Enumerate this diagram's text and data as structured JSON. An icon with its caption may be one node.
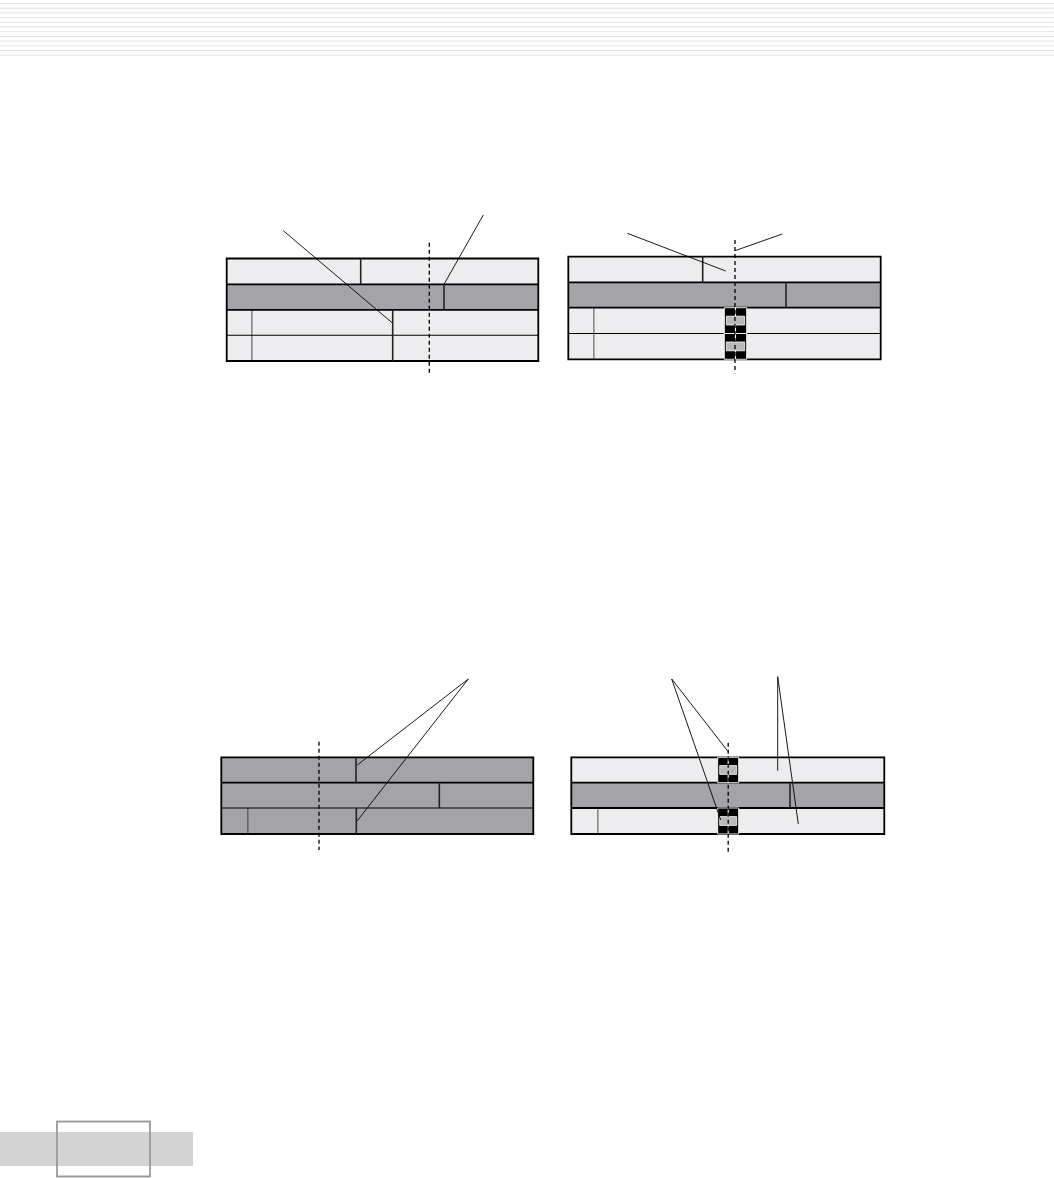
{
  "diagram": {
    "nodes": [
      {
        "text": [],
        "shape": "bar"
      },
      {
        "text": [],
        "shape": "line"
      },
      {
        "text": [],
        "shape": "bar"
      },
      {
        "text": [],
        "shape": "bar"
      },
      {
        "text": [],
        "shape": "line"
      },
      {
        "text": [],
        "shape": "bar"
      },
      {
        "text": [],
        "shape": "bar"
      },
      {
        "text": [],
        "shape": "bar"
      },
      {
        "text": [],
        "shape": "line"
      },
      {
        "text": [],
        "shape": "bar"
      },
      {
        "text": [],
        "shape": "bar"
      },
      {
        "text": [],
        "shape": "bar"
      },
      {
        "text": [],
        "shape": "line"
      },
      {
        "text": [],
        "shape": "bar"
      },
      {
        "text": [],
        "shape": "line"
      },
      {
        "text": [],
        "shape": "bar"
      },
      {
        "text": [],
        "shape": "line"
      },
      {
        "text": [],
        "shape": "bar"
      },
      {
        "text": [],
        "shape": "bar"
      },
      {
        "text": [],
        "shape": "line"
      },
      {
        "text": [],
        "shape": "bar"
      },
      {
        "text": [],
        "shape": "bar"
      },
      {
        "text": [],
        "shape": "bar"
      },
      {
        "text": [],
        "shape": "box"
      },
      {
        "text": [],
        "shape": "bar"
      },
      {
        "text": [],
        "shape": "bar"
      },
      {
        "text": [],
        "shape": "bar"
      },
      {
        "text": [],
        "shape": "box"
      },
      {
        "text": [],
        "shape": "bar"
      },
      {
        "text": [],
        "shape": "line"
      },
      {
        "text": [],
        "shape": "bar"
      },
      {
        "text": [],
        "shape": "line"
      },
      {
        "text": [],
        "shape": "bar"
      },
      {
        "text": [],
        "shape": "bar"
      },
      {
        "text": [],
        "shape": "line"
      },
      {
        "text": [],
        "shape": "bar"
      },
      {
        "text": [],
        "shape": "bar"
      },
      {
        "text": [],
        "shape": "bar"
      },
      {
        "text": [],
        "shape": "line"
      },
      {
        "text": [],
        "shape": "bar"
      },
      {
        "text": [],
        "shape": "line"
      },
      {
        "text": [],
        "shape": "bar"
      },
      {
        "text": [],
        "shape": "box"
      },
      {
        "text": [],
        "shape": "bar"
      },
      {
        "text": [],
        "shape": "bar"
      },
      {
        "text": [],
        "shape": "line"
      },
      {
        "text": [],
        "shape": "bar"
      },
      {
        "text": [],
        "shape": "bar"
      },
      {
        "text": [],
        "shape": "bar"
      },
      {
        "text": [],
        "shape": "box"
      },
      {
        "text": [],
        "shape": "bar"
      },
      {
        "text": [],
        "shape": "line"
      }
    ],
    "edges": [
      {
        "from": null,
        "to": 8,
        "arrow": "none"
      },
      {
        "from": null,
        "to": 4,
        "arrow": "none"
      },
      {
        "from": null,
        "to": 17,
        "arrow": "none"
      },
      {
        "from": null,
        "to": 29,
        "arrow": "none"
      },
      {
        "from": null,
        "to": 31,
        "arrow": "none"
      },
      {
        "from": null,
        "to": 38,
        "arrow": "none"
      },
      {
        "from": null,
        "to": 51,
        "arrow": "none"
      },
      {
        "from": null,
        "to": 49,
        "arrow": "none"
      },
      {
        "from": null,
        "to": 43,
        "arrow": "none"
      },
      {
        "from": null,
        "to": 50,
        "arrow": "none"
      }
    ]
  }
}
